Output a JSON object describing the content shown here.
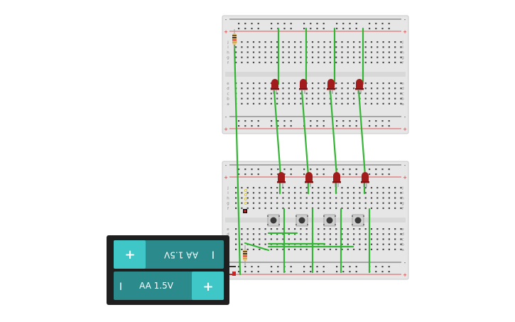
{
  "colors": {
    "background": "#ffffff",
    "board": "#e6e6e6",
    "board_edge": "#c8c8c8",
    "hole": "#4a4a4a",
    "rail_red": "#d92626",
    "rail_blue": "#3a3a3a",
    "wire_green": "#35b535",
    "led_red": "#a31c1c",
    "battery_case": "#1f1f1f",
    "battery_body": "#2a8a8c",
    "battery_cap": "#3fc7c7",
    "switch_body": "#cfcfcf",
    "switch_cap": "#3a3a3a",
    "resistor_body": "#e9c27a"
  },
  "rail_marks": {
    "plus": "+",
    "minus": "-"
  },
  "row_letters": {
    "upper": [
      "j",
      "i",
      "h",
      "g",
      "f"
    ],
    "lower": [
      "e",
      "d",
      "c",
      "b",
      "a"
    ]
  },
  "batteries": [
    {
      "label": "AA 1.5V",
      "positive": "+",
      "negative": "I",
      "flipped": true
    },
    {
      "label": "AA 1.5V",
      "positive": "+",
      "negative": "I",
      "flipped": false
    }
  ],
  "icons": {
    "led": "red-led-icon",
    "switch": "pushbutton-icon",
    "resistor": "resistor-icon",
    "battery": "aa-battery-icon"
  }
}
